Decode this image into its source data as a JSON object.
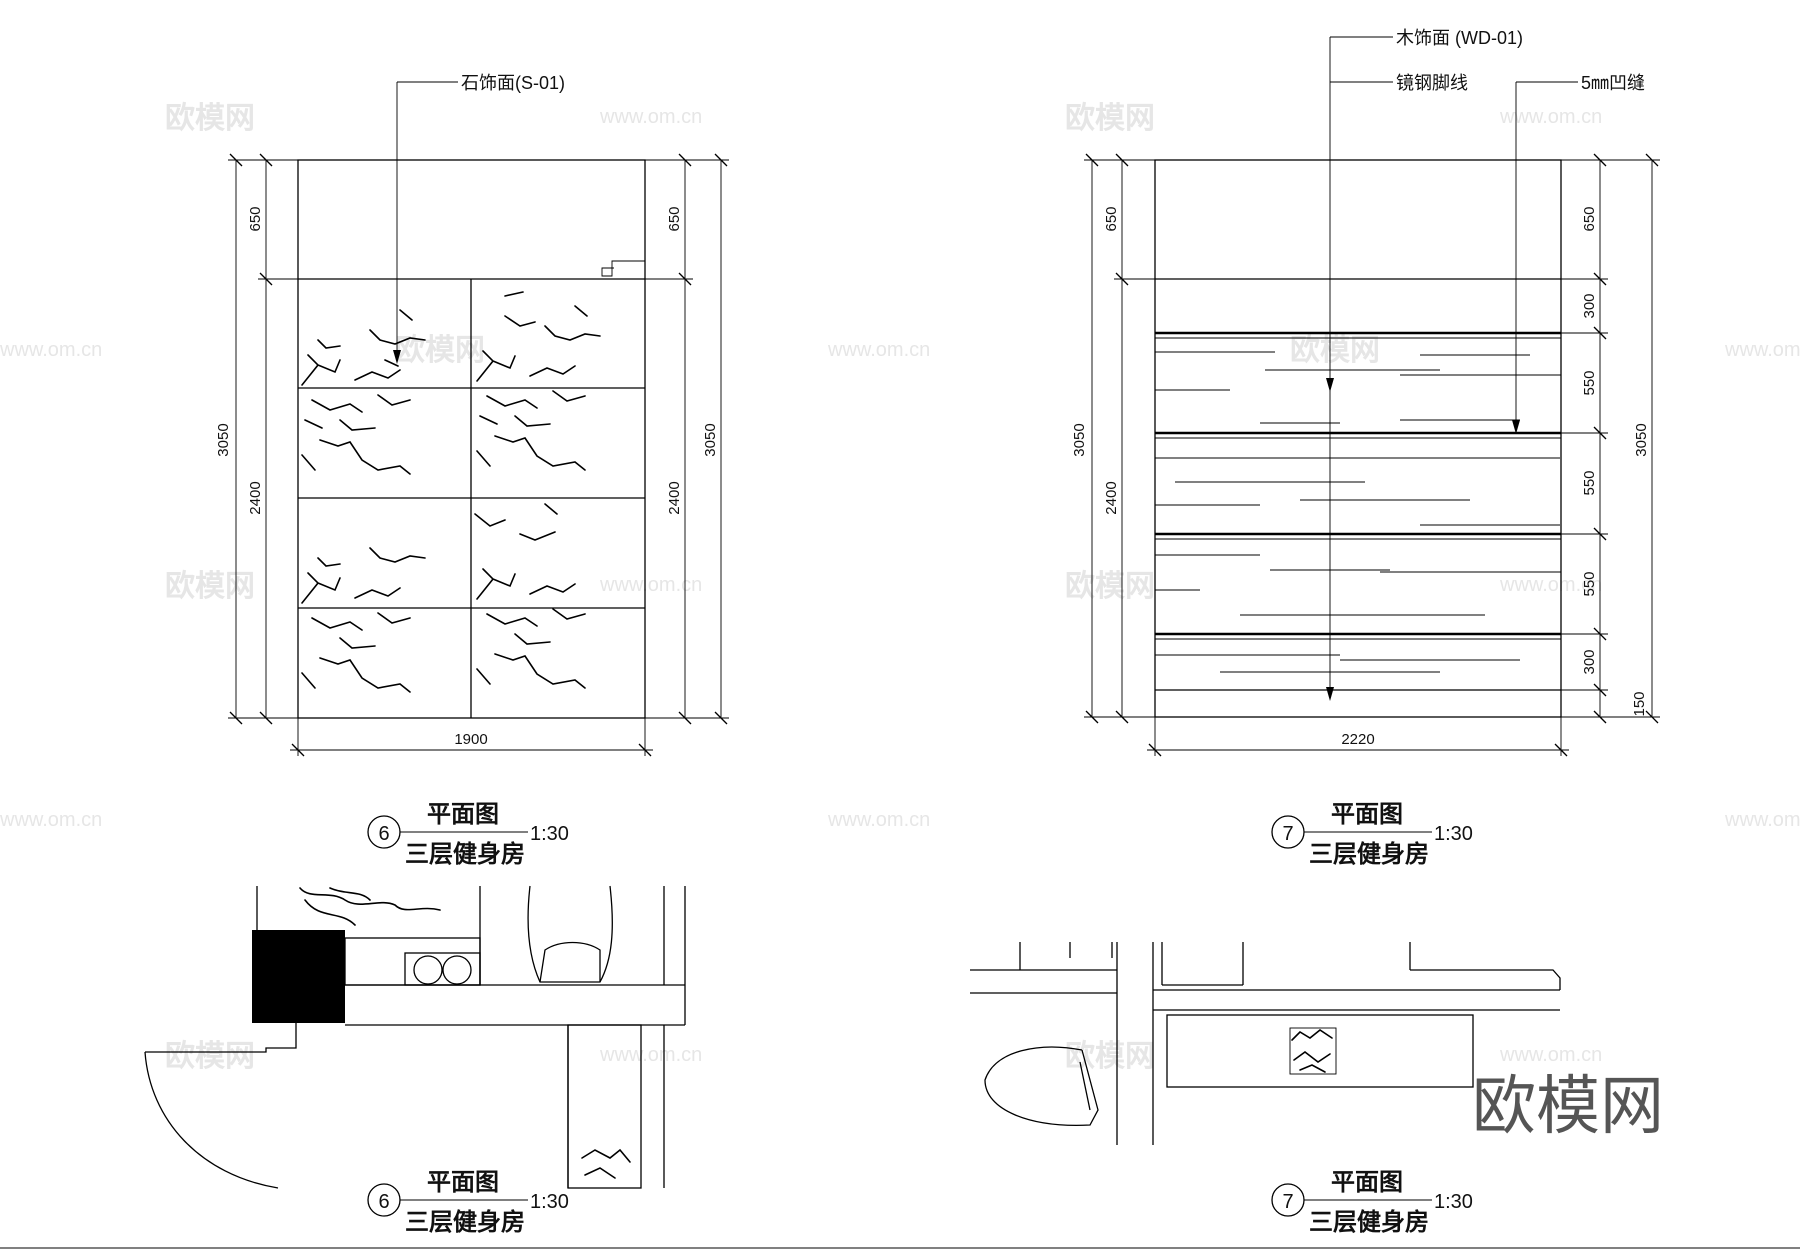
{
  "drawing_6": {
    "callout_material": "石饰面(S-01)",
    "dim_total_height": "3050",
    "dim_top": "650",
    "dim_lower": "2400",
    "dim_width": "1900",
    "elevation_title": {
      "number": "6",
      "name": "平面图",
      "space": "三层健身房",
      "scale": "1:30"
    },
    "plan_title": {
      "number": "6",
      "name": "平面图",
      "space": "三层健身房",
      "scale": "1:30"
    }
  },
  "drawing_7": {
    "callout_wood": "木饰面 (WD-01)",
    "callout_skirting": "镜钢脚线",
    "callout_groove": "5㎜凹缝",
    "dim_total_height": "3050",
    "dim_top": "650",
    "dim_lower": "2400",
    "dim_right": [
      "650",
      "300",
      "550",
      "550",
      "550",
      "300",
      "150"
    ],
    "dim_width": "2220",
    "elevation_title": {
      "number": "7",
      "name": "平面图",
      "space": "三层健身房",
      "scale": "1:30"
    },
    "plan_title": {
      "number": "7",
      "name": "平面图",
      "space": "三层健身房",
      "scale": "1:30"
    }
  },
  "watermark": {
    "logo": "欧模网",
    "url": "www.om.cn"
  },
  "brand_mark": "欧模网"
}
